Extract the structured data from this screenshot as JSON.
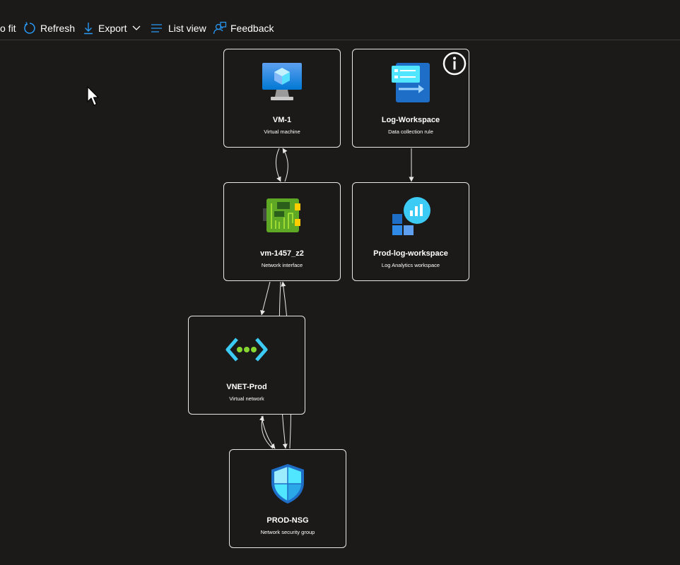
{
  "toolbar": {
    "zoom_to_fit_label": "o fit",
    "refresh_label": "Refresh",
    "export_label": "Export",
    "list_view_label": "List view",
    "feedback_label": "Feedback"
  },
  "nodes": {
    "vm1": {
      "title": "VM-1",
      "type": "Virtual machine",
      "icon": "virtual-machine-icon"
    },
    "logws": {
      "title": "Log-Workspace",
      "type": "Data collection rule",
      "icon": "data-collection-rule-icon"
    },
    "nic": {
      "title": "vm-1457_z2",
      "type": "Network interface",
      "icon": "network-interface-icon"
    },
    "lawp": {
      "title": "Prod-log-workspace",
      "type": "Log Analytics workspace",
      "icon": "log-analytics-icon"
    },
    "vnet": {
      "title": "VNET-Prod",
      "type": "Virtual network",
      "icon": "virtual-network-icon"
    },
    "nsg": {
      "title": "PROD-NSG",
      "type": "Network security group",
      "icon": "network-security-group-icon"
    }
  },
  "edges": [
    {
      "from": "vm1",
      "to": "nic"
    },
    {
      "from": "nic",
      "to": "vm1"
    },
    {
      "from": "logws",
      "to": "lawp"
    },
    {
      "from": "nic",
      "to": "vnet"
    },
    {
      "from": "nic",
      "to": "nsg"
    },
    {
      "from": "nsg",
      "to": "nic"
    },
    {
      "from": "vnet",
      "to": "nsg"
    },
    {
      "from": "nsg",
      "to": "vnet"
    }
  ],
  "colors": {
    "background": "#1b1a19",
    "accent": "#2899f5",
    "node_border": "#e8e8e8",
    "edge": "#e8e8e8"
  }
}
